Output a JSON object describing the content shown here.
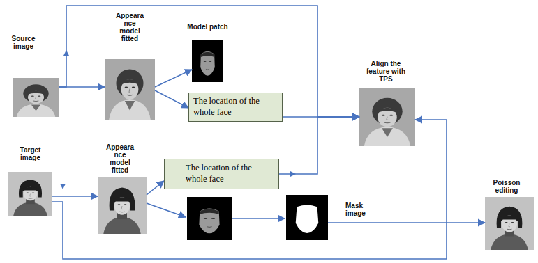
{
  "diagram": {
    "nodes": [
      {
        "text": [
          "Source image"
        ]
      },
      {
        "text": [
          "Appeara nce model fitted"
        ]
      },
      {
        "text": [
          "Model patch"
        ]
      },
      {
        "text": [
          "The location of the whole face"
        ]
      },
      {
        "text": [
          "Align the feature with TPS"
        ]
      },
      {
        "text": [
          "Target image"
        ]
      },
      {
        "text": [
          "Appeara nce model fitted"
        ]
      },
      {
        "text": [
          "The location of the whole face"
        ]
      },
      {
        "text": [
          "Mask image"
        ]
      },
      {
        "text": [
          "Poisson editing"
        ]
      }
    ],
    "edges": [
      {
        "from": 0,
        "to": 1,
        "arrow": "to"
      },
      {
        "from": 1,
        "to": 2,
        "arrow": "to"
      },
      {
        "from": 1,
        "to": 3,
        "arrow": "to"
      },
      {
        "from": 3,
        "to": 4,
        "arrow": "to"
      },
      {
        "from": 0,
        "to": 4,
        "arrow": "to"
      },
      {
        "from": 5,
        "to": 6,
        "arrow": "to"
      },
      {
        "from": 6,
        "to": 7,
        "arrow": "to"
      },
      {
        "from": 7,
        "to": 4,
        "arrow": "to"
      },
      {
        "from": 5,
        "to": 4,
        "arrow": "to"
      },
      {
        "from": 8,
        "to": 9,
        "arrow": "to"
      }
    ]
  }
}
